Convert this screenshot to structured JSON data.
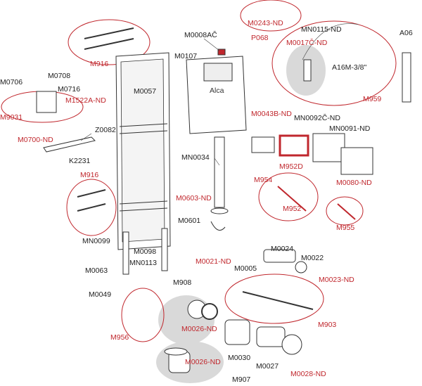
{
  "colors": {
    "red": "#c0272d",
    "black": "#222222",
    "gray_bg": "#d9d9d9"
  },
  "labels": {
    "M0243_ND": "M0243-ND",
    "P068": "P068",
    "MN0115_ND": "MN0115-ND",
    "M0017C_ND": "M0017Č-ND",
    "A06": "A06",
    "M0008AC": "M0008AČ",
    "M916_top": "M916",
    "M0107": "M0107",
    "M0057": "M0057",
    "A16M": "A16M-3/8\"",
    "M959": "M959",
    "M0706": "M0706",
    "M0708": "M0708",
    "M0716": "M0716",
    "M1522A_ND": "M1522A-ND",
    "M9031": "M9031",
    "M0700_ND": "M0700-ND",
    "Z0082": "Z0082",
    "K2231": "K2231",
    "M0043B_ND": "M0043B-ND",
    "MN0092C_ND": "MN0092Č-ND",
    "MN0091_ND": "MN0091-ND",
    "MN0034": "MN0034",
    "M952D": "M952D",
    "M954": "M954",
    "M0080_ND": "M0080-ND",
    "M916_mid": "M916",
    "M952": "M952",
    "M0603_ND": "M0603-ND",
    "M955": "M955",
    "M0601": "M0601",
    "MN0099": "MN0099",
    "M0098": "M0098",
    "MN0113": "MN0113",
    "M0021_ND": "M0021-ND",
    "M0005": "M0005",
    "M0024": "M0024",
    "M0022": "M0022",
    "M0063": "M0063",
    "M0023_ND": "M0023-ND",
    "M0049": "M0049",
    "M908": "M908",
    "M903": "M903",
    "M956": "M956",
    "M0026_ND_top": "M0026-ND",
    "M0030": "M0030",
    "M0027": "M0027",
    "M0028_ND": "M0028-ND",
    "M0026_ND_bottom": "M0026-ND",
    "M907": "M907"
  }
}
